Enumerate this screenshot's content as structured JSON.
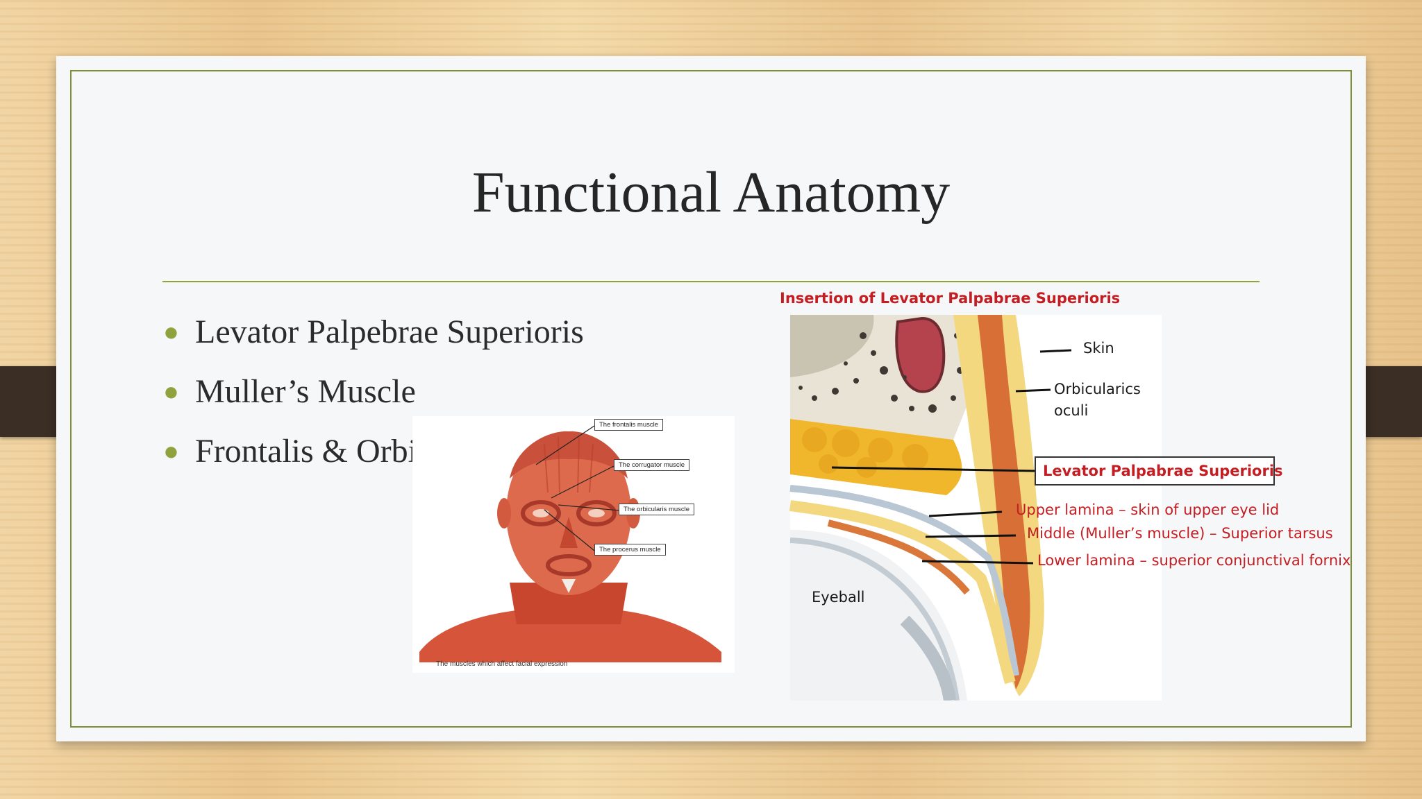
{
  "slide": {
    "title": "Functional Anatomy",
    "bullets": [
      "Levator Palpebrae Superioris",
      "Muller’s Muscle",
      "Frontalis & Orbicularis Oculi"
    ]
  },
  "face_figure": {
    "labels": {
      "frontalis": "The frontalis muscle",
      "corrugator": "The corrugator muscle",
      "orbicularis": "The orbicularis muscle",
      "procerus": "The procerus muscle"
    },
    "caption": "The muscles which affect facial expression"
  },
  "eye_figure": {
    "heading": "Insertion of Levator Palpabrae Superioris",
    "skin": "Skin",
    "orbicularis_line1": "Orbicularics",
    "orbicularis_line2": "oculi",
    "levator": "Levator Palpabrae Superioris",
    "upper_lamina": "Upper lamina – skin of upper eye lid",
    "middle": "Middle (Muller’s muscle)  – Superior tarsus",
    "lower_lamina": "Lower lamina – superior conjunctival fornix",
    "eyeball": "Eyeball"
  },
  "colors": {
    "accent_green": "#8ea23d",
    "label_red": "#c41d22",
    "title_text": "#262626"
  }
}
